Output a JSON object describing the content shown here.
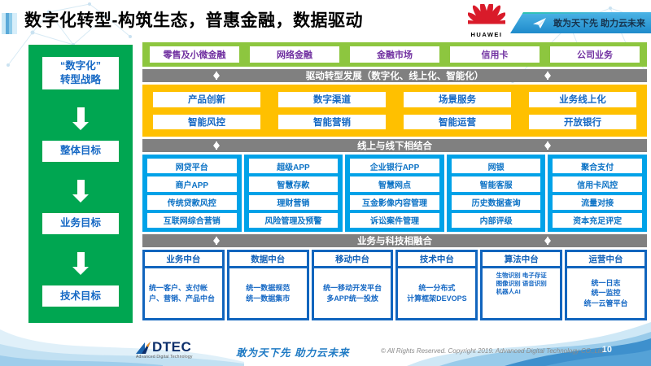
{
  "header": {
    "title": "数字化转型-构筑生态，普惠金融，数据驱动",
    "huawei_logo_text": "HUAWEI",
    "banner_slogan": "敢为天下先 助力云未来"
  },
  "left_panel": {
    "items": [
      "“数字化”\n转型战略",
      "整体目标",
      "业务目标",
      "技术目标"
    ]
  },
  "business_lines": {
    "items": [
      "零售及小微金融",
      "网络金融",
      "金融市场",
      "信用卡",
      "公司业务"
    ]
  },
  "connectors": [
    "驱动转型发展（数字化、线上化、智能化）",
    "线上与线下相结合",
    "业务与科技相融合"
  ],
  "capabilities": {
    "rows": [
      [
        "产品创新",
        "数字渠道",
        "场景服务",
        "业务线上化"
      ],
      [
        "智能风控",
        "智能营销",
        "智能运营",
        "开放银行"
      ]
    ]
  },
  "blue_grid": {
    "rows": [
      [
        "网贷平台",
        "超级APP",
        "企业银行APP",
        "网银",
        "聚合支付"
      ],
      [
        "商户APP",
        "智慧存款",
        "智慧网点",
        "智能客服",
        "信用卡风控"
      ],
      [
        "传统贷款风控",
        "理财营销",
        "互金影像内容管理",
        "历史数据查询",
        "流量对接"
      ],
      [
        "互联网综合营销",
        "风险管理及预警",
        "诉讼案件管理",
        "内部评级",
        "资本充足评定"
      ]
    ]
  },
  "platforms": [
    {
      "title": "业务中台",
      "content": "统一客户、支付帐户、营销、产品中台"
    },
    {
      "title": "数据中台",
      "content": "统一数据规范\n统一数据集市"
    },
    {
      "title": "移动中台",
      "content": "统一移动开发平台\n多APP统一投放"
    },
    {
      "title": "技术中台",
      "content": "统一分布式\n计算框架DEVOPS"
    },
    {
      "title": "算法中台",
      "content": "生物识别 电子存证\n图像识别 语音识别\n机器人AI"
    },
    {
      "title": "运营中台",
      "content": "统一日志\n统一监控\n统一云管平台"
    }
  ],
  "footer": {
    "logo_text": "DTEC",
    "logo_subtext": "Advanced Digital Technology",
    "slogan": "敢为天下先  助力云未来",
    "copyright": "© All Rights Reserved. Copyright 2019. Advanced Digital Technology CO.,Ltd",
    "page_number": "10"
  },
  "colors": {
    "panel_green": "#00A651",
    "light_green": "#8DC63F",
    "yellow": "#FFC000",
    "cyan_blue": "#00A2E8",
    "deep_blue": "#1165BE",
    "gray_bar": "#808080",
    "purple_text": "#7030A0",
    "blue_text": "#1568C4",
    "huawei_red": "#D91B2A"
  }
}
